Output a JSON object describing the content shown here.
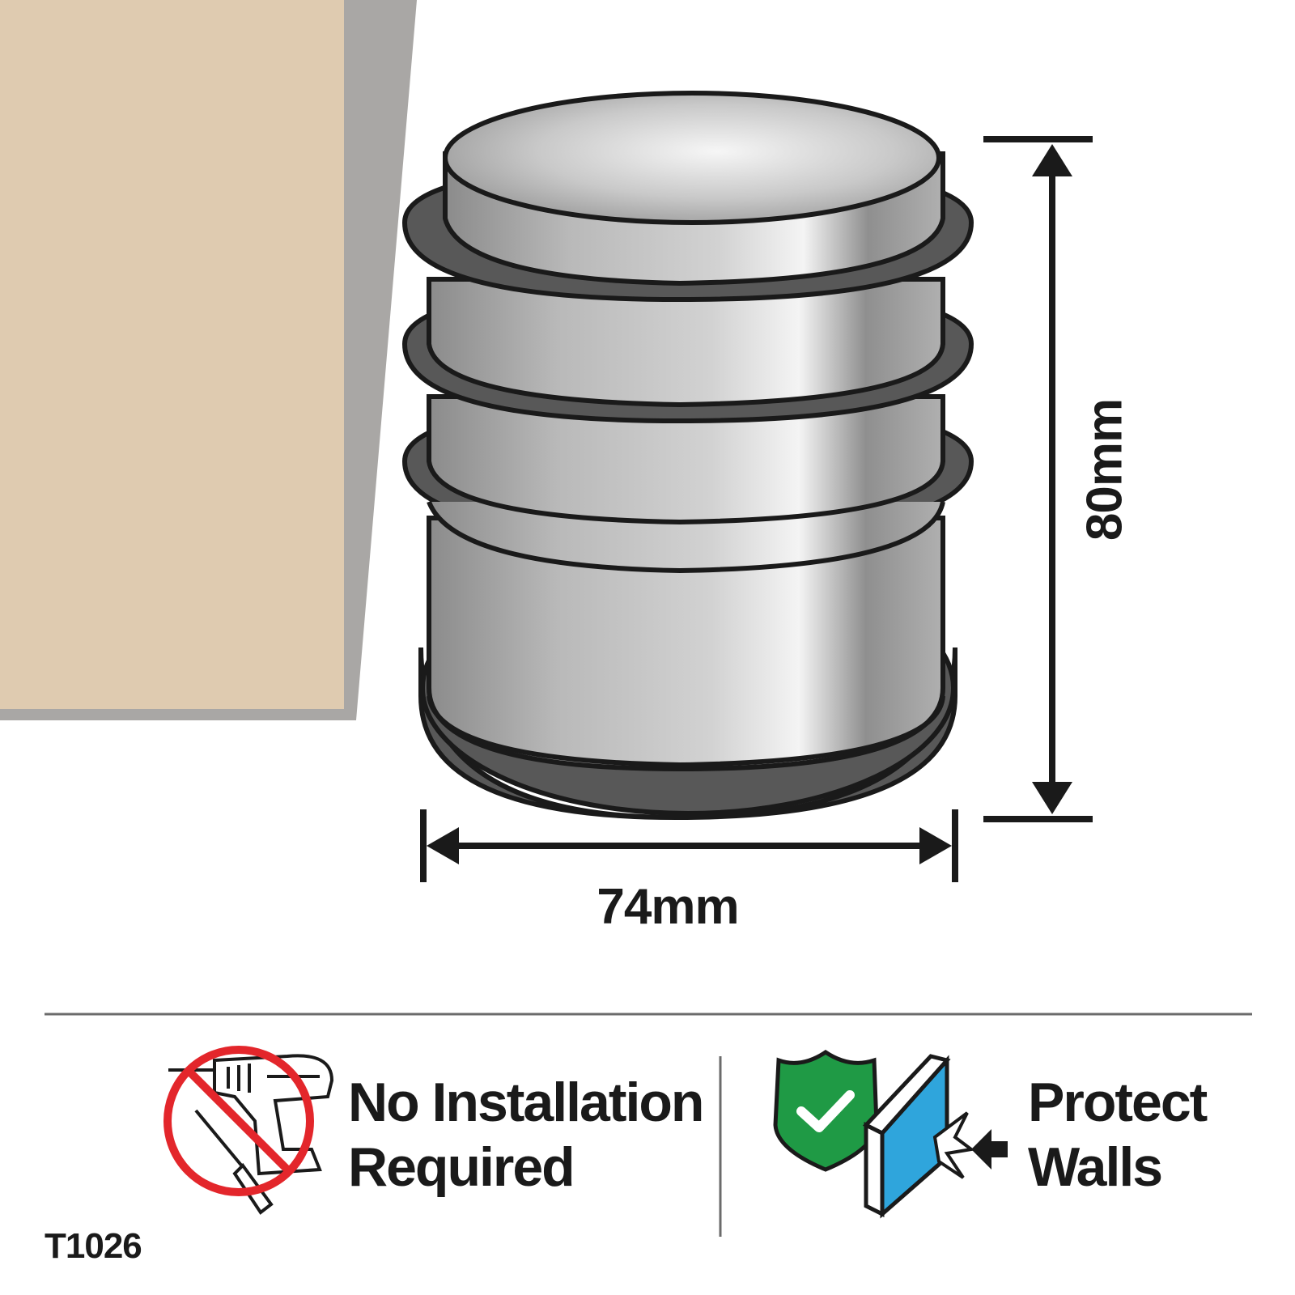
{
  "dimensions": {
    "width_label": "74mm",
    "height_label": "80mm"
  },
  "features": [
    {
      "line1": "No Installation",
      "line2": "Required",
      "icon": "no-drill-icon"
    },
    {
      "line1": "Protect",
      "line2": "Walls",
      "icon": "wall-protection-icon"
    }
  ],
  "product_code": "T1026",
  "colors": {
    "wall": "#dfcbb0",
    "wall_edge": "#a9a7a5",
    "rubber": "#585858",
    "outline": "#1a1a1a",
    "prohibit_red": "#e3262b",
    "shield_green": "#1f9a45",
    "glass_blue": "#2fa5dc"
  }
}
